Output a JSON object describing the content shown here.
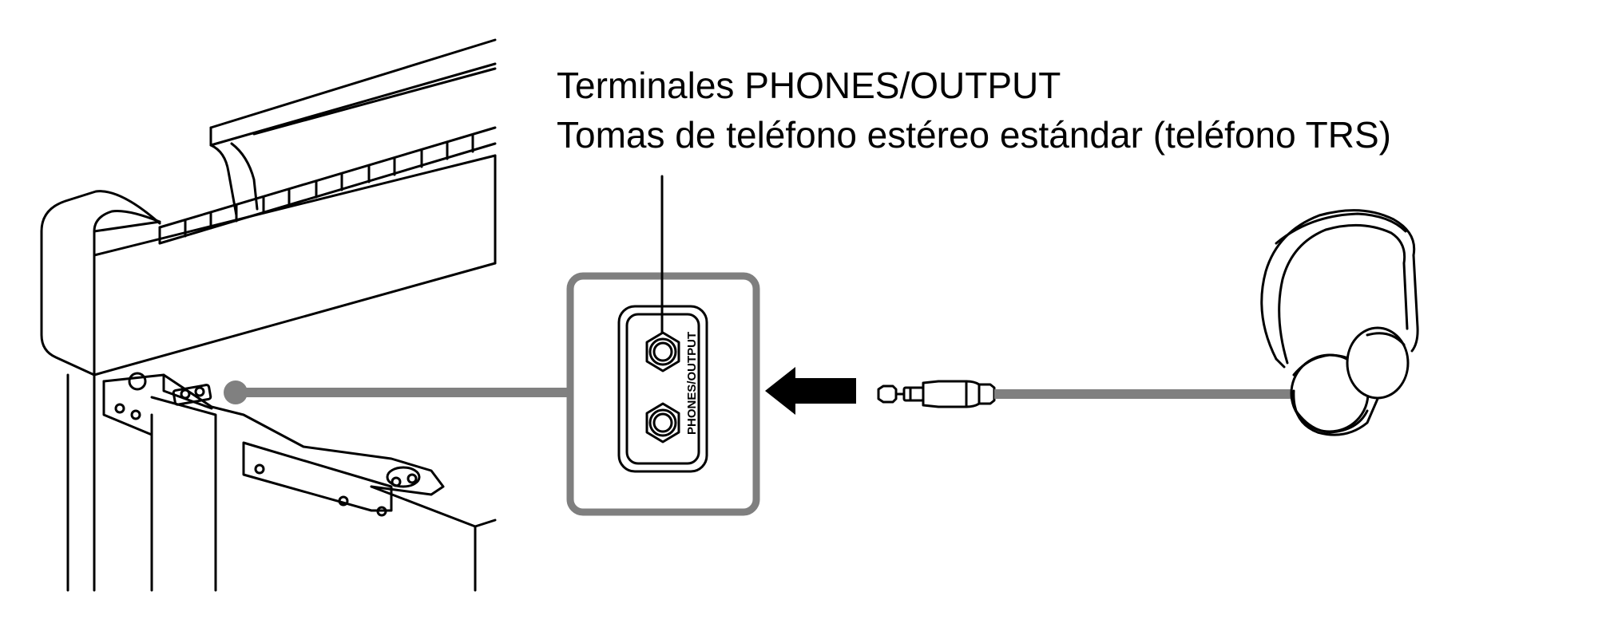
{
  "labels": {
    "title": "Terminales PHONES/OUTPUT",
    "subtitle": "Tomas de teléfono estéreo estándar (teléfono TRS)"
  },
  "panel": {
    "jack_label": "PHONES/OUTPUT"
  },
  "colors": {
    "line": "#000000",
    "connector_gray": "#808080",
    "panel_border": "#7f7f7f",
    "background": "#ffffff"
  },
  "icons": {
    "arrow": "left-arrow-icon",
    "plug": "stereo-plug-icon",
    "headphones": "headphones-icon"
  }
}
